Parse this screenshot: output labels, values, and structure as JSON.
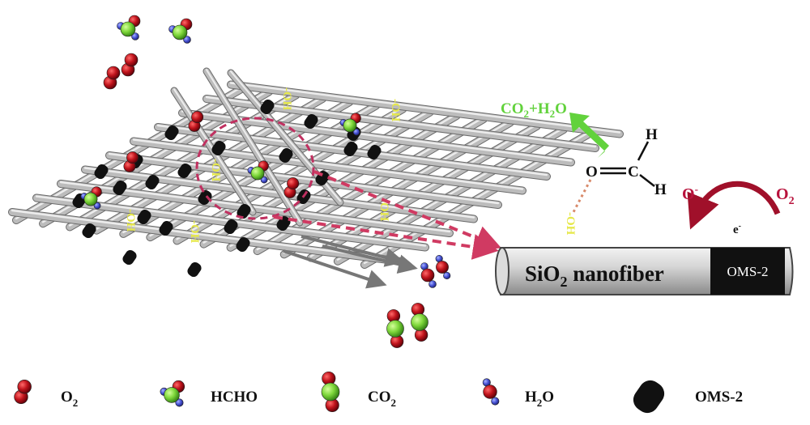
{
  "colors": {
    "oxygen": "#c0141c",
    "carbon": "#7dd63a",
    "hydrogen": "#4a55d8",
    "oms2": "#111111",
    "fiber": "#b8b8b8",
    "label_green": "#62d23c",
    "label_red": "#b8123c",
    "oh_yellow": "#e6e84a",
    "pink_dashed": "#d03a62"
  },
  "icons": [
    "o2-molecule-icon",
    "hcho-molecule-icon",
    "co2-molecule-icon",
    "h2o-molecule-icon",
    "oms2-particle-icon"
  ],
  "mesh": {
    "oh_labels": [
      "-OH",
      "-OH",
      "-OH",
      "-OH",
      "-OH",
      "-OH"
    ]
  },
  "reaction": {
    "product": "CO2+H2O",
    "o_atom": "O",
    "c_atom": "C",
    "h_top": "H",
    "h_bottom": "H",
    "oh_label": "-OH"
  },
  "nanofiber": {
    "label": "SiO2 nanofiber",
    "catalyst_label": "OMS-2"
  },
  "electron": {
    "o_minus": "O",
    "o2": "O2",
    "e_label": "e"
  },
  "legend": [
    {
      "icon": "o2",
      "label": "O2"
    },
    {
      "icon": "hcho",
      "label": "HCHO"
    },
    {
      "icon": "co2",
      "label": "CO2"
    },
    {
      "icon": "h2o",
      "label": "H2O"
    },
    {
      "icon": "oms2",
      "label": "OMS-2"
    }
  ]
}
